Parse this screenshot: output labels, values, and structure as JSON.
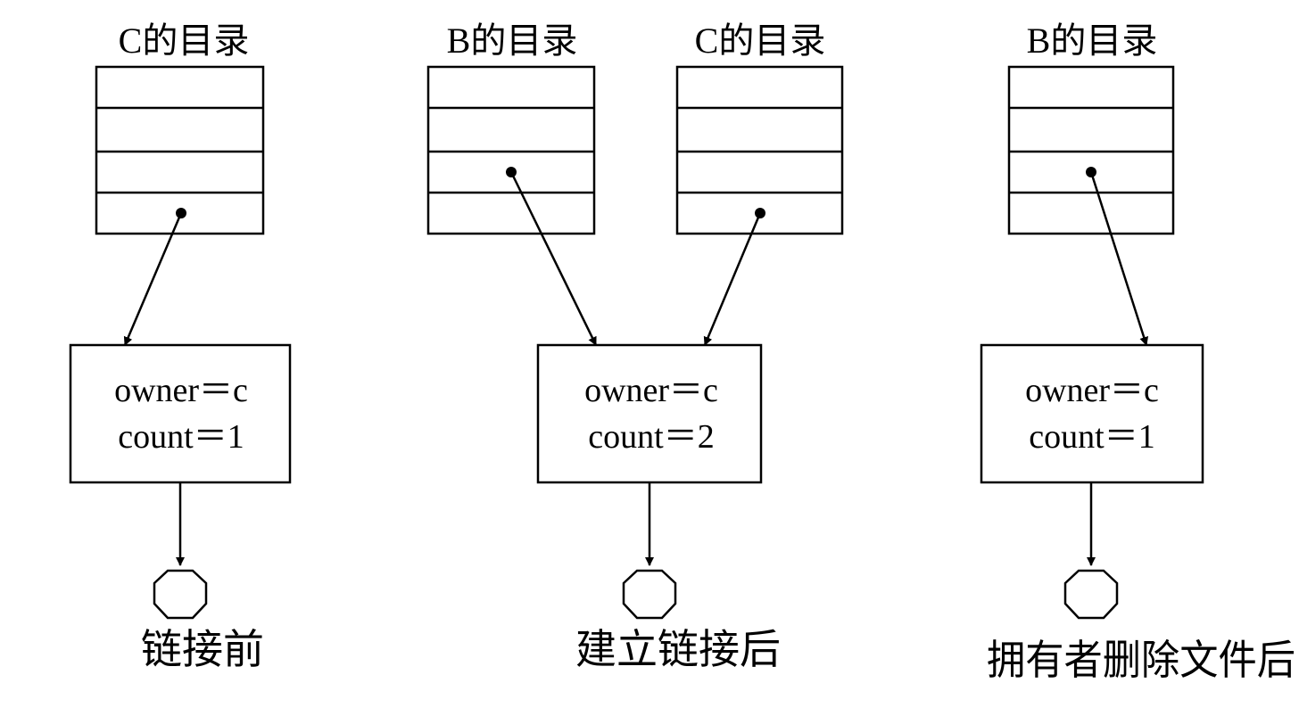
{
  "panels": [
    {
      "caption": "链接前",
      "directories": [
        {
          "title": "C的目录"
        }
      ],
      "inode": {
        "owner_line": "owner＝c",
        "count_line": "count＝1"
      }
    },
    {
      "caption": "建立链接后",
      "directories": [
        {
          "title": "B的目录"
        },
        {
          "title": "C的目录"
        }
      ],
      "inode": {
        "owner_line": "owner＝c",
        "count_line": "count＝2"
      }
    },
    {
      "caption": "拥有者删除文件后",
      "directories": [
        {
          "title": "B的目录"
        }
      ],
      "inode": {
        "owner_line": "owner＝c",
        "count_line": "count＝1"
      }
    }
  ]
}
